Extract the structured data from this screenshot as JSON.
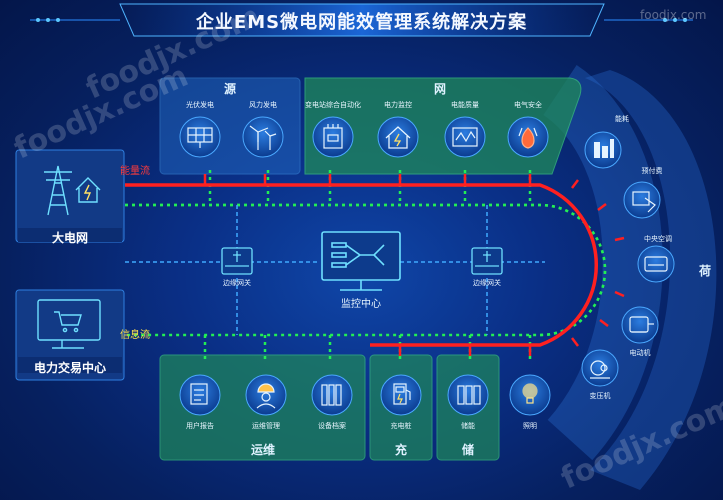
{
  "title": "企业EMS微电网能效管理系统解决方案",
  "groups": {
    "source": "源",
    "grid": "网",
    "load": "荷",
    "ops": "运维",
    "charge": "充",
    "storage": "储"
  },
  "source_items": [
    "光伏发电",
    "风力发电"
  ],
  "grid_items": [
    "变电站综合自动化",
    "电力监控",
    "电能质量",
    "电气安全"
  ],
  "load_items": [
    "能耗",
    "预付费",
    "中央空调",
    "电动机",
    "变压机",
    "照明"
  ],
  "ops_items": [
    "用户报告",
    "运维管理",
    "设备档案"
  ],
  "charge_item": "充电桩",
  "storage_item": "储能",
  "left_panels": {
    "grid": "大电网",
    "trade": "电力交易中心"
  },
  "flows": {
    "energy": "能量流",
    "info": "信息流"
  },
  "center": {
    "monitor": "监控中心",
    "gateway_left": "边缘网关",
    "gateway_right": "边缘网关"
  },
  "watermarks": {
    "brand": "foodjx.com"
  },
  "colors": {
    "energy_line": "#ff2020",
    "info_line": "#22ee55",
    "accent": "#2aa8ff"
  }
}
